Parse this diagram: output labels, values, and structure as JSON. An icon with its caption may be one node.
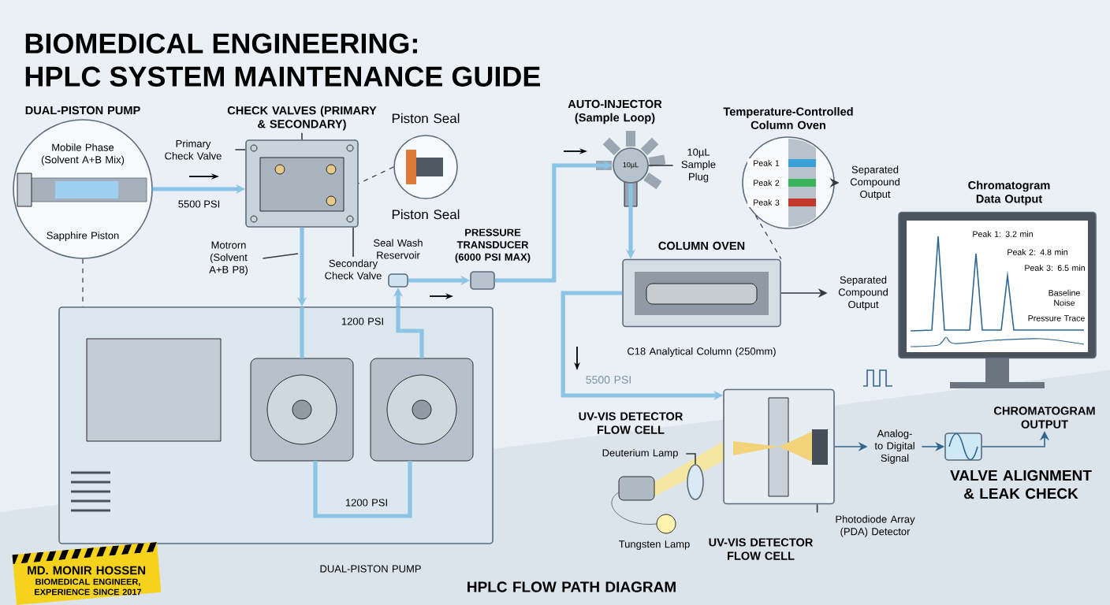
{
  "diagram": {
    "title": "BIOMEDICAL ENGINEERING: HPLC SYSTEM MAINTENANCE GUIDE",
    "nodes": [
      {
        "text": [
          "DUAL-PISTON PUMP",
          "Mobile Phase (Solvent A+B Mix)",
          "Sapphire Piston"
        ]
      },
      {
        "text": [],
        "shape": "box"
      },
      {
        "text": [
          "Piston Seal",
          "Piston Seal"
        ]
      },
      {
        "text": [
          "AUTO-INJECTOR (Sample Loop)",
          "10µL"
        ]
      },
      {
        "text": [
          "Temperature-Controlled Column Oven",
          "Peak 1",
          "Peak 2",
          "Peak 3"
        ]
      },
      {
        "text": [
          "COLUMN OVEN",
          "C18 Analytical Column (250mm)"
        ]
      },
      {
        "text": [
          "Chromatogram Data Output",
          "Peak 1: 3.2 min",
          "Peak 2: 4.8 min",
          "Peak 3: 6.5 min",
          "Baseline Noise",
          "Pressure Trace"
        ]
      },
      {
        "text": [
          "1200 PSI",
          "1200 PSI",
          "DUAL-PISTON PUMP"
        ]
      },
      {
        "text": [
          "PRESSURE TRANSDUCER (6000 PSI MAX)"
        ]
      },
      {
        "text": [
          "Seal Wash Reservoir"
        ]
      },
      {
        "text": [
          "UV-VIS DETECTOR FLOW CELL"
        ]
      },
      {
        "text": [
          "Deuterium Lamp"
        ]
      },
      {
        "text": [],
        "shape": "circle"
      },
      {
        "text": [
          "Photodiode Array (PDA) Detector"
        ]
      },
      {
        "text": [
          "Analog- to Digital Signal"
        ]
      },
      {
        "text": [],
        "shape": "box"
      },
      {
        "text": [
          "CHROMATOGRAM OUTPUT"
        ]
      },
      {
        "text": [
          "Separated Compound Output"
        ]
      },
      {
        "text": [
          "Separated Compound Output"
        ]
      },
      {
        "text": [
          "10µL Sample Plug"
        ]
      },
      {
        "text": [
          "CHECK VALVES (PRIMARY & SECONDARY)"
        ]
      },
      {
        "text": [
          "Primary Check Valve"
        ]
      },
      {
        "text": [
          "Secondary Check Valve"
        ]
      },
      {
        "text": [
          "Motrorn (Solvent A+B P8)"
        ]
      }
    ],
    "edges": [
      {
        "from": 0,
        "to": 1,
        "arrow": "to",
        "label": "5500 PSI",
        "style": "thick",
        "color": "#8cc4e6"
      },
      {
        "from": 1,
        "to": 7,
        "arrow": "to",
        "style": "thick",
        "color": "#8cc4e6"
      },
      {
        "from": 7,
        "to": 9,
        "arrow": "to",
        "style": "thick",
        "color": "#8cc4e6"
      },
      {
        "from": 9,
        "to": 8,
        "arrow": "to",
        "style": "thick",
        "color": "#8cc4e6"
      },
      {
        "from": 8,
        "to": 3,
        "arrow": "to",
        "style": "thick",
        "color": "#8cc4e6"
      },
      {
        "from": 3,
        "to": 5,
        "arrow": "to",
        "style": "thick",
        "color": "#8cc4e6"
      },
      {
        "from": 5,
        "to": 10,
        "arrow": "to",
        "style": "thick",
        "color": "#8cc4e6"
      },
      {
        "from": 4,
        "to": 17,
        "arrow": "to"
      },
      {
        "from": 5,
        "to": 18,
        "arrow": "to"
      },
      {
        "from": 10,
        "to": 14,
        "arrow": "to",
        "color": "#2f6690"
      },
      {
        "from": 14,
        "to": 15,
        "arrow": "to",
        "color": "#2f6690"
      },
      {
        "from": 15,
        "to": 16,
        "arrow": "to",
        "color": "#2f6690"
      },
      {
        "from": 20,
        "to": 1,
        "arrow": "none"
      },
      {
        "from": 21,
        "to": 1,
        "arrow": "none"
      },
      {
        "from": 22,
        "to": 1,
        "arrow": "none"
      },
      {
        "from": 23,
        "to": null,
        "arrow": "none"
      },
      {
        "from": 19,
        "to": 3,
        "arrow": "none"
      },
      {
        "from": 11,
        "to": 12,
        "arrow": "none"
      },
      {
        "from": 13,
        "to": 10,
        "arrow": "none"
      },
      {
        "from": 2,
        "to": 1,
        "arrow": "none",
        "style": "dashed"
      },
      {
        "from": 4,
        "to": 5,
        "arrow": "none",
        "style": "dashed"
      },
      {
        "from": 0,
        "to": 7,
        "arrow": "none",
        "style": "dashed"
      }
    ],
    "labels": [
      "5500 PSI",
      "UV-VIS DETECTOR FLOW CELL",
      "VALVE ALIGNMENT & LEAK CHECK",
      "Tungsten Lamp",
      "MD. MONIR HOSSEN",
      "BIOMEDICAL ENGINEER, EXPERIENCE SINCE 2017",
      "HPLC FLOW PATH DIAGRAM"
    ]
  }
}
